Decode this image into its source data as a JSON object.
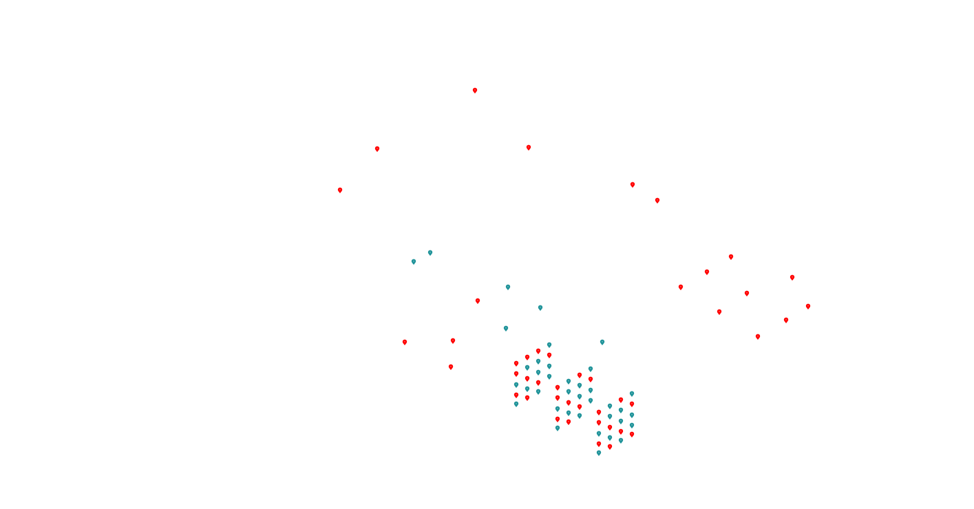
{
  "map": {
    "background_color": "#ffffff",
    "marker_icon": "map-pin-icon",
    "marker_styles": {
      "red": "#ff0000",
      "teal": "#1f9399"
    }
  },
  "markers": [
    {
      "color": "red"
    },
    {
      "color": "red"
    },
    {
      "color": "red"
    },
    {
      "color": "red"
    },
    {
      "color": "red"
    },
    {
      "color": "red"
    },
    {
      "color": "teal"
    },
    {
      "color": "teal"
    },
    {
      "color": "teal"
    },
    {
      "color": "teal"
    },
    {
      "color": "teal"
    },
    {
      "color": "teal"
    },
    {
      "color": "red"
    },
    {
      "color": "red"
    },
    {
      "color": "red"
    },
    {
      "color": "red"
    },
    {
      "color": "red"
    },
    {
      "color": "red"
    },
    {
      "color": "red"
    },
    {
      "color": "red"
    },
    {
      "color": "red"
    },
    {
      "color": "red"
    },
    {
      "color": "red"
    },
    {
      "color": "red"
    },
    {
      "color": "red"
    },
    {
      "color": "red"
    },
    {
      "color": "red"
    },
    {
      "color": "red"
    },
    {
      "color": "teal"
    },
    {
      "color": "red"
    },
    {
      "color": "teal"
    },
    {
      "color": "teal"
    },
    {
      "color": "red"
    },
    {
      "color": "teal"
    },
    {
      "color": "red"
    },
    {
      "color": "teal"
    },
    {
      "color": "teal"
    },
    {
      "color": "red"
    },
    {
      "color": "teal"
    },
    {
      "color": "red"
    },
    {
      "color": "teal"
    },
    {
      "color": "teal"
    },
    {
      "color": "red"
    },
    {
      "color": "teal"
    },
    {
      "color": "red"
    },
    {
      "color": "teal"
    },
    {
      "color": "red"
    },
    {
      "color": "teal"
    },
    {
      "color": "red"
    },
    {
      "color": "teal"
    },
    {
      "color": "teal"
    },
    {
      "color": "red"
    },
    {
      "color": "teal"
    },
    {
      "color": "red"
    },
    {
      "color": "teal"
    },
    {
      "color": "teal"
    },
    {
      "color": "red"
    },
    {
      "color": "teal"
    },
    {
      "color": "red"
    },
    {
      "color": "teal"
    },
    {
      "color": "teal"
    },
    {
      "color": "red"
    },
    {
      "color": "teal"
    },
    {
      "color": "red"
    },
    {
      "color": "teal"
    },
    {
      "color": "red"
    },
    {
      "color": "teal"
    },
    {
      "color": "red"
    },
    {
      "color": "teal"
    },
    {
      "color": "teal"
    },
    {
      "color": "red"
    },
    {
      "color": "teal"
    },
    {
      "color": "red"
    },
    {
      "color": "teal"
    },
    {
      "color": "teal"
    },
    {
      "color": "red"
    },
    {
      "color": "teal"
    },
    {
      "color": "red"
    },
    {
      "color": "teal"
    },
    {
      "color": "teal"
    },
    {
      "color": "red"
    },
    {
      "color": "teal"
    },
    {
      "color": "red"
    },
    {
      "color": "teal"
    },
    {
      "color": "teal"
    }
  ]
}
